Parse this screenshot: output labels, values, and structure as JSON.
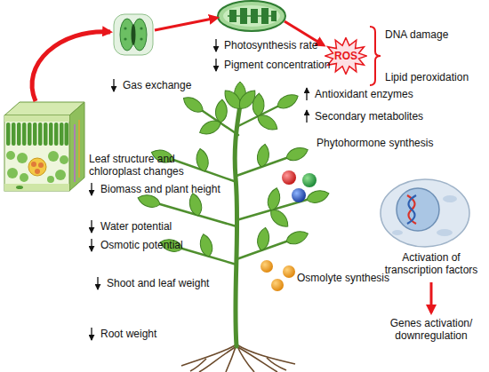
{
  "diagram": {
    "nodes": [
      {
        "text": [
          "ROS"
        ]
      }
    ],
    "labels": [
      "DNA damage",
      "Lipid peroxidation",
      "Gas exchange",
      "Photosynthesis rate",
      "Pigment concentration",
      "Antioxidant enzymes",
      "Leaf structure and chloroplast changes",
      "Secondary metabolites",
      "Biomass and plant height",
      "Phytohormone synthesis",
      "Water potential",
      "Osmotic potential",
      "Activation of transcription factors",
      "Osmolyte synthesis",
      "Shoot and leaf weight",
      "Genes activation/ downregulation",
      "Root weight"
    ]
  }
}
